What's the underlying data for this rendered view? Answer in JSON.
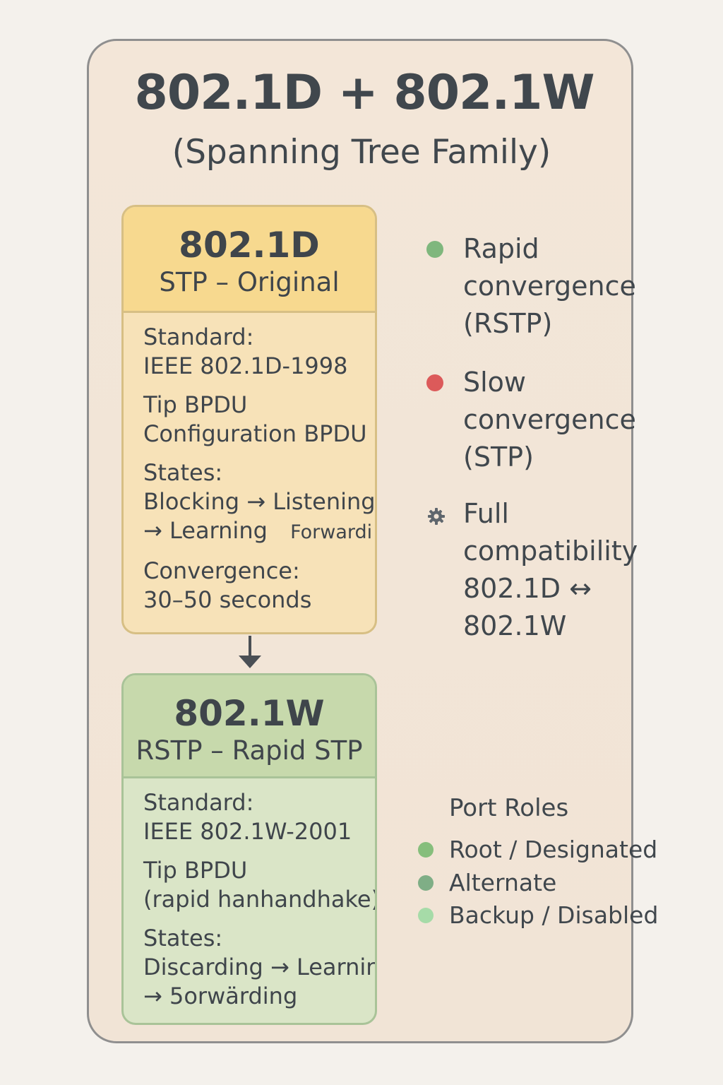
{
  "title": "802.1D + 802.1W",
  "subtitle": "(Spanning Tree Family)",
  "stp_card": {
    "id": "802.1D",
    "name": "STP – Original",
    "standard_label": "Standard:",
    "standard_value": "IEEE 802.1D-1998",
    "bpdu_label": "Tip BPDU",
    "bpdu_value": "Configuration BPDU",
    "states_label": "States:",
    "states_line1": "Blocking → Listening",
    "states_line2": "→ Learning",
    "states_line2_extra": "Forwardi",
    "convergence_label": "Convergence:",
    "convergence_value": "30–50 seconds",
    "colors": {
      "header": "#f7d98f",
      "body": "#f7e2b8"
    }
  },
  "rstp_card": {
    "id": "802.1W",
    "name": "RSTP – Rapid STP",
    "standard_label": "Standard:",
    "standard_value": "IEEE 802.1W-2001",
    "bpdu_label": "Tip BPDU",
    "bpdu_value": "(rapid hanhandhake)",
    "states_label": "States:",
    "states_line1": "Discarding → Learning",
    "states_line2": "→ 5orwärding",
    "colors": {
      "header": "#c7d9ac",
      "body": "#dae5c7"
    }
  },
  "legend": {
    "items": [
      {
        "icon": "green-dot-icon",
        "color": "#7fb77d",
        "lines": [
          "Rapid",
          "convergence",
          "(RSTP)"
        ]
      },
      {
        "icon": "red-dot-icon",
        "color": "#dc5a5a",
        "lines": [
          "Slow",
          "convergence",
          "(STP)"
        ]
      },
      {
        "icon": "gear-icon",
        "color": "#5f666d",
        "lines": [
          "Full",
          "compatibility",
          "802.1D ↔",
          "802.1W"
        ]
      }
    ]
  },
  "port_roles": {
    "title": "Port Roles",
    "items": [
      {
        "label": "Root / Designated",
        "color": "#86be7c"
      },
      {
        "label": "Alternate",
        "color": "#7fae86"
      },
      {
        "label": "Backup / Disabled",
        "color": "#a6dba8"
      }
    ]
  }
}
